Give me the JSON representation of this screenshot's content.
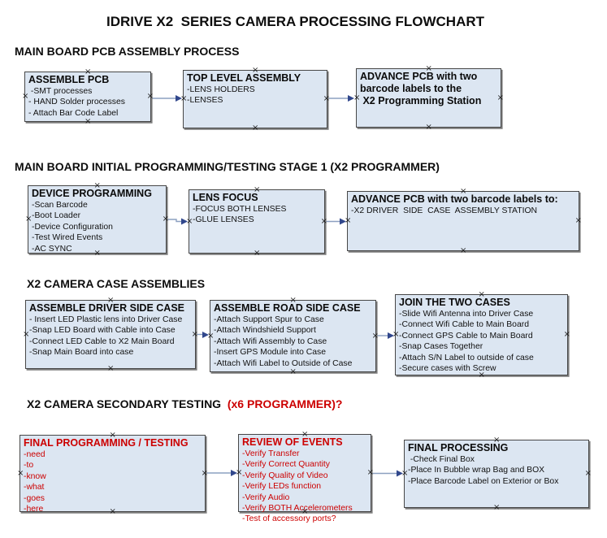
{
  "page": {
    "title": "IDRIVE X2  SERIES CAMERA PROCESSING FLOWCHART"
  },
  "decorations": {
    "handle_glyph": "×"
  },
  "colors": {
    "box_fill": "#dce6f2",
    "box_border": "#474747",
    "red_text": "#cc0000",
    "connector_line": "#8ca0c0",
    "connector_arrow": "#31478c"
  },
  "connectors": [
    {
      "from": "assemble-pcb",
      "to": "top-level-assembly"
    },
    {
      "from": "top-level-assembly",
      "to": "advance-to-programming-station"
    },
    {
      "from": "device-programming",
      "to": "lens-focus"
    },
    {
      "from": "lens-focus",
      "to": "advance-to-case-assembly"
    },
    {
      "from": "assemble-driver-side-case",
      "to": "assemble-road-side-case"
    },
    {
      "from": "assemble-road-side-case",
      "to": "join-the-two-cases"
    },
    {
      "from": "final-programming-testing",
      "to": "review-of-events"
    },
    {
      "from": "review-of-events",
      "to": "final-processing"
    }
  ],
  "sections": [
    {
      "heading": "MAIN BOARD PCB ASSEMBLY PROCESS",
      "boxes": [
        {
          "title": "ASSEMBLE PCB",
          "items": [
            " -SMT processes",
            "- HAND Solder processes",
            "- Attach Bar Code Label"
          ]
        },
        {
          "title": "TOP LEVEL ASSEMBLY",
          "items": [
            "-LENS HOLDERS",
            "-LENSES"
          ]
        },
        {
          "title": "ADVANCE PCB with two\nbarcode labels to the\n X2 Programming Station",
          "items": []
        }
      ]
    },
    {
      "heading": "MAIN BOARD INITIAL PROGRAMMING/TESTING STAGE 1 (X2 PROGRAMMER)",
      "boxes": [
        {
          "title": "DEVICE PROGRAMMING",
          "items": [
            "-Scan Barcode",
            "-Boot Loader",
            "-Device Configuration",
            "-Test Wired Events",
            "-AC SYNC"
          ]
        },
        {
          "title": "LENS FOCUS",
          "items": [
            "-FOCUS BOTH LENSES",
            "-GLUE LENSES"
          ]
        },
        {
          "title": "ADVANCE PCB with two barcode labels to:",
          "items": [
            "-X2 DRIVER  SIDE  CASE  ASSEMBLY STATION"
          ]
        }
      ]
    },
    {
      "heading": "X2 CAMERA CASE ASSEMBLIES",
      "boxes": [
        {
          "title": "ASSEMBLE DRIVER SIDE CASE",
          "items": [
            "- Insert LED Plastic lens into Driver Case",
            "-Snap LED Board with Cable into Case",
            "-Connect LED Cable to X2 Main Board",
            "-Snap Main Board into case"
          ]
        },
        {
          "title": "ASSEMBLE ROAD SIDE CASE",
          "items": [
            "-Attach Support Spur to Case",
            "-Attach Windshield Support",
            "-Attach Wifi Assembly to Case",
            "-Insert GPS Module into Case",
            "-Attach Wifi Label to Outside of Case"
          ]
        },
        {
          "title": "JOIN THE TWO CASES",
          "items": [
            "-Slide Wifi Antenna into Driver Case",
            "-Connect Wifi Cable to Main Board",
            "-Connect GPS Cable to Main Board",
            "-Snap Cases Together",
            "-Attach S/N Label to outside of case",
            "-Secure cases with Screw"
          ]
        }
      ]
    },
    {
      "heading": "X2 CAMERA SECONDARY TESTING  ",
      "heading_red": "(x6 PROGRAMMER)?",
      "boxes": [
        {
          "title": "FINAL PROGRAMMING / TESTING",
          "items": [
            "-need",
            "-to",
            "-know",
            "-what",
            "-goes",
            "-here"
          ]
        },
        {
          "title": "REVIEW OF EVENTS",
          "items": [
            "-Verify Transfer",
            "-Verify Correct Quantity",
            "-Verify Quality of Video",
            "-Verify LEDs function",
            "-Verify Audio",
            "-Verify BOTH Accelerometers",
            "-Test of accessory ports?"
          ]
        },
        {
          "title": "FINAL PROCESSING",
          "items": [
            " -Check Final Box",
            "-Place In Bubble wrap Bag and BOX",
            "-Place Barcode Label on Exterior or Box"
          ]
        }
      ]
    }
  ]
}
